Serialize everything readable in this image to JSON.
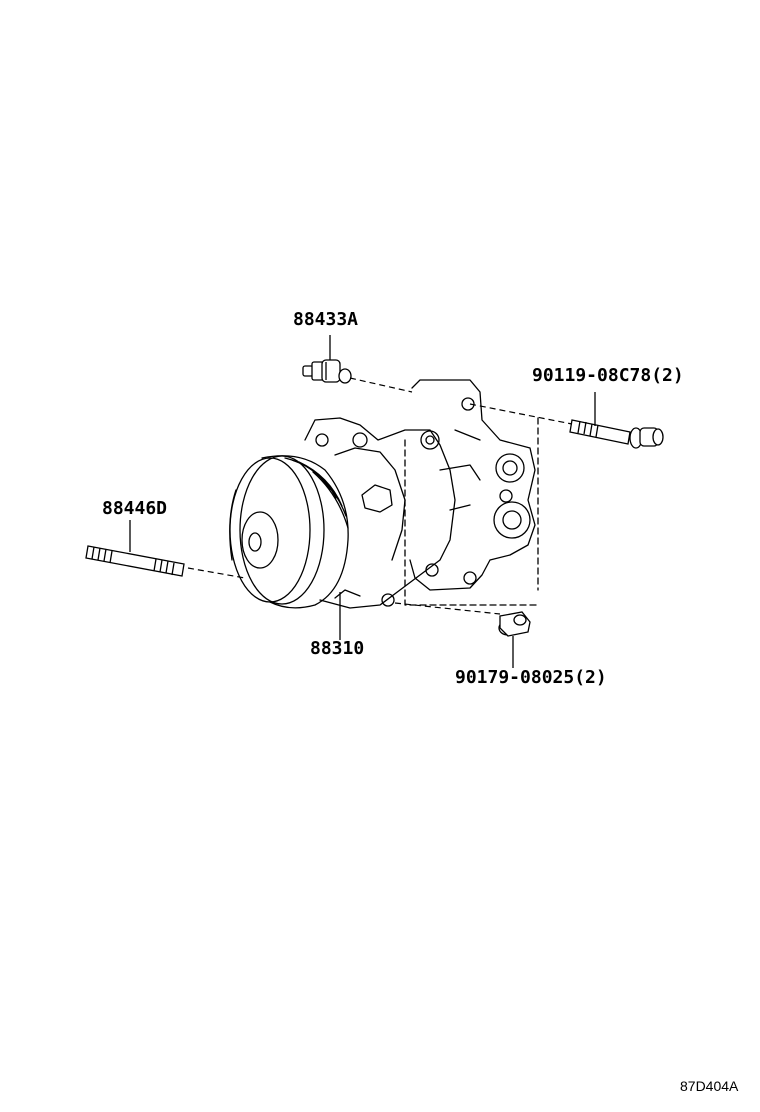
{
  "labels": {
    "switch": "88433A",
    "bolt": "90119-08C78(2)",
    "stud": "88446D",
    "compressor": "88310",
    "nut": "90179-08025(2)"
  },
  "diagram_code": "87D404A"
}
